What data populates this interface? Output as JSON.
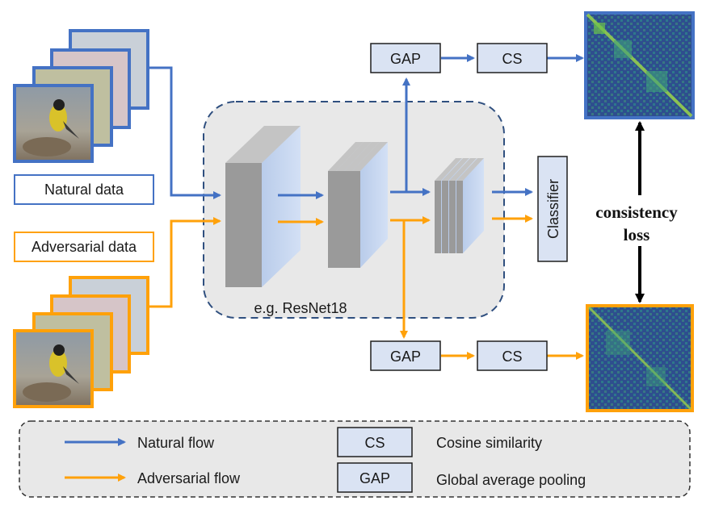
{
  "colors": {
    "natural": "#4472C4",
    "adversarial": "#FFA10A",
    "box_fill": "#DAE3F3",
    "box_stroke": "#1F1F1F",
    "panel_fill": "#E8E8E8",
    "panel_stroke": "#2F4F7F",
    "heatmap_base": "#2F3F8F",
    "heatmap_diag": "#9BD34A"
  },
  "inputs": {
    "natural_label": "Natural data",
    "adversarial_label": "Adversarial data"
  },
  "backbone": {
    "label": "e.g. ResNet18"
  },
  "blocks": {
    "gap_top": "GAP",
    "cs_top": "CS",
    "gap_bottom": "GAP",
    "cs_bottom": "CS",
    "classifier": "Classifier"
  },
  "loss": {
    "line1": "consistency",
    "line2": "loss"
  },
  "legend": {
    "natural_flow": "Natural flow",
    "adversarial_flow": "Adversarial flow",
    "cs_key": "CS",
    "cs_desc": "Cosine similarity",
    "gap_key": "GAP",
    "gap_desc": "Global average pooling"
  }
}
